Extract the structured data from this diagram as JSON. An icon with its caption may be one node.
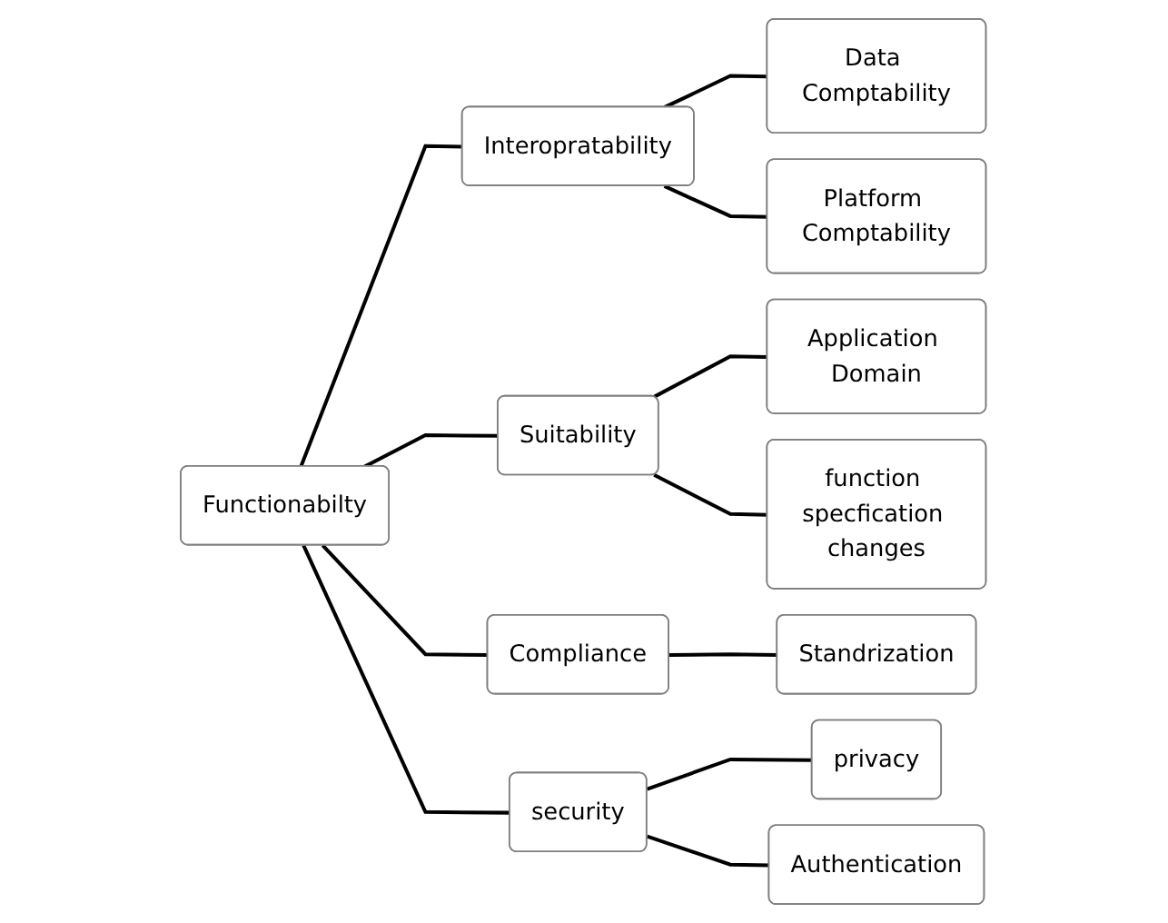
{
  "diagram": {
    "nodes": [
      {
        "text": [
          "Functionabilty"
        ]
      },
      {
        "text": [
          "Interopratability"
        ]
      },
      {
        "text": [
          "Data Comptability"
        ]
      },
      {
        "text": [
          "Platform Comptability"
        ]
      },
      {
        "text": [
          "Suitability"
        ]
      },
      {
        "text": [
          "Application Domain"
        ]
      },
      {
        "text": [
          "function specfication changes"
        ]
      },
      {
        "text": [
          "Compliance"
        ]
      },
      {
        "text": [
          "Standrization"
        ]
      },
      {
        "text": [
          "security"
        ]
      },
      {
        "text": [
          "privacy"
        ]
      },
      {
        "text": [
          "Authentication"
        ]
      }
    ],
    "edges": [
      {
        "from": 0,
        "to": 1,
        "arrow": "none"
      },
      {
        "from": 0,
        "to": 4,
        "arrow": "none"
      },
      {
        "from": 0,
        "to": 7,
        "arrow": "none"
      },
      {
        "from": 0,
        "to": 9,
        "arrow": "none"
      },
      {
        "from": 1,
        "to": 2,
        "arrow": "none"
      },
      {
        "from": 1,
        "to": 3,
        "arrow": "none"
      },
      {
        "from": 4,
        "to": 5,
        "arrow": "none"
      },
      {
        "from": 4,
        "to": 6,
        "arrow": "none"
      },
      {
        "from": 7,
        "to": 8,
        "arrow": "none"
      },
      {
        "from": 9,
        "to": 10,
        "arrow": "none"
      },
      {
        "from": 9,
        "to": 11,
        "arrow": "none"
      }
    ]
  }
}
